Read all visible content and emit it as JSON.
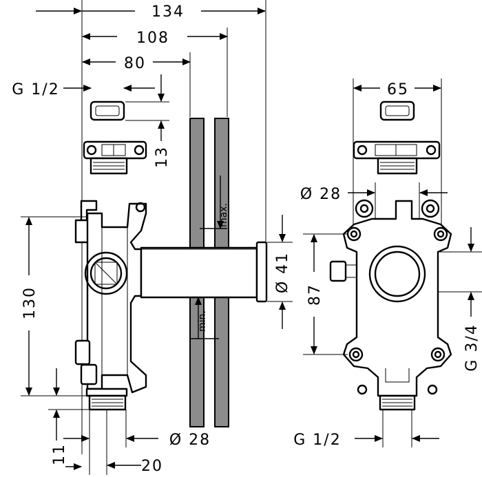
{
  "dimensions": {
    "d134": "134",
    "d108": "108",
    "d80": "80",
    "g12_top": "G 1/2",
    "d13": "13",
    "d130": "130",
    "d11": "11",
    "d20": "20",
    "d28_bottom": "Ø 28",
    "d41": "Ø 41",
    "max_label": "max.",
    "min_label": "min.",
    "d65": "65",
    "d28_right": "Ø 28",
    "d87": "87",
    "g34": "G 3/4",
    "g12_bottom": "G 1/2"
  },
  "colors": {
    "wall": "#8c8c8c",
    "line": "#000000"
  }
}
